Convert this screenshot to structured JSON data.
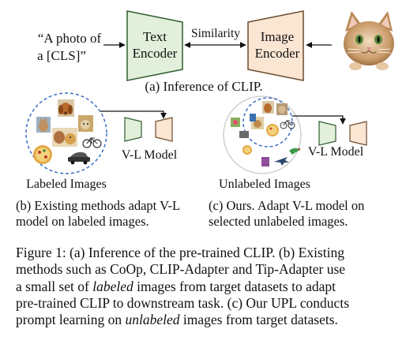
{
  "panel_a": {
    "prompt_line1": "“A photo of",
    "prompt_line2": "a [CLS]”",
    "text_encoder_line1": "Text",
    "text_encoder_line2": "Encoder",
    "similarity": "Similarity",
    "image_encoder_line1": "Image",
    "image_encoder_line2": "Encoder",
    "caption": "(a) Inference of CLIP."
  },
  "panel_b": {
    "model_label": "V-L Model",
    "images_label": "Labeled Images",
    "caption_line1": "(b) Existing methods adapt V-L",
    "caption_line2": "model on labeled images."
  },
  "panel_c": {
    "model_label": "V-L Model",
    "images_label": "Unlabeled Images",
    "caption_line1": "(c) Ours. Adapt V-L model on",
    "caption_line2": "selected unlabeled images."
  },
  "figure_caption": {
    "line1": "Figure 1: (a) Inference of the pre-trained CLIP. (b) Existing",
    "line2": "methods such as CoOp, CLIP-Adapter and Tip-Adapter use",
    "line3_pre": "a small set of ",
    "line3_em": "labeled",
    "line3_post": " images from target datasets to adapt",
    "line4": "pre-trained CLIP to downstream task. (c) Our UPL conducts",
    "line5_pre": "prompt learning on ",
    "line5_em": "unlabeled",
    "line5_post": " images from target datasets."
  },
  "colors": {
    "text_encoder_fill": "#e2efda",
    "text_encoder_stroke": "#2e5e2e",
    "image_encoder_fill": "#fbe5d3",
    "image_encoder_stroke": "#6b4a2b",
    "dashed_circle": "#3c6fc4",
    "outer_circle": "#c8c8c8"
  },
  "icons": [
    "cat-photo-icon",
    "dog-thumbnail-icon",
    "pizza-thumbnail-icon",
    "bicycle-thumbnail-icon",
    "airplane-thumbnail-icon",
    "bird-thumbnail-icon"
  ]
}
